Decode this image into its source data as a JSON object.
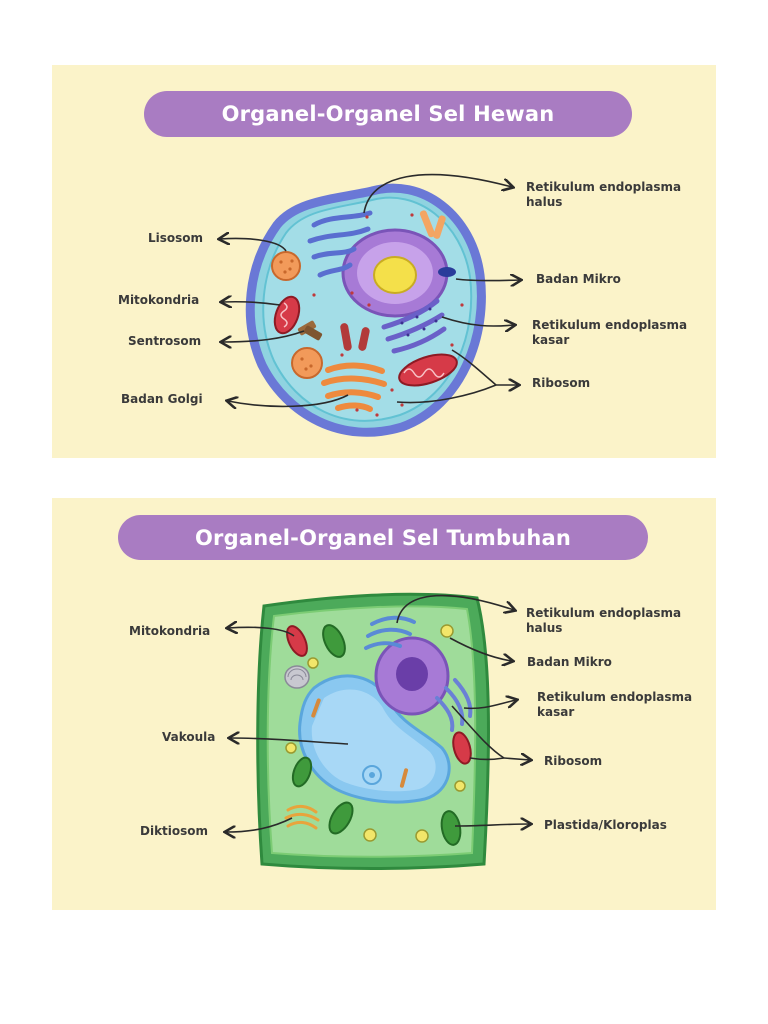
{
  "animal": {
    "title": "Organel-Organel Sel Hewan",
    "labels": {
      "lisosom": "Lisosom",
      "mitokondria": "Mitokondria",
      "sentrosom": "Sentrosom",
      "badan_golgi": "Badan Golgi",
      "re_halus_1": "Retikulum endoplasma",
      "re_halus_2": "halus",
      "badan_mikro": "Badan Mikro",
      "re_kasar_1": "Retikulum endoplasma",
      "re_kasar_2": "kasar",
      "ribosom": "Ribosom"
    }
  },
  "plant": {
    "title": "Organel-Organel Sel Tumbuhan",
    "labels": {
      "mitokondria": "Mitokondria",
      "vakoula": "Vakoula",
      "diktiosom": "Diktiosom",
      "re_halus_1": "Retikulum endoplasma",
      "re_halus_2": "halus",
      "badan_mikro": "Badan Mikro",
      "re_kasar_1": "Retikulum endoplasma",
      "re_kasar_2": "kasar",
      "ribosom": "Ribosom",
      "plastida": "Plastida/Kloroplas"
    }
  },
  "colors": {
    "panel_bg": "#fbf3c9",
    "title_pill": "#a97cc2",
    "animal_membrane": "#6a78d6",
    "animal_cytoplasm": "#8fd3e0",
    "plant_wall": "#4caa5a",
    "plant_cytoplasm": "#9fdc9a",
    "nucleus": "#a77ad6",
    "vacuole": "#8ac8f0"
  }
}
